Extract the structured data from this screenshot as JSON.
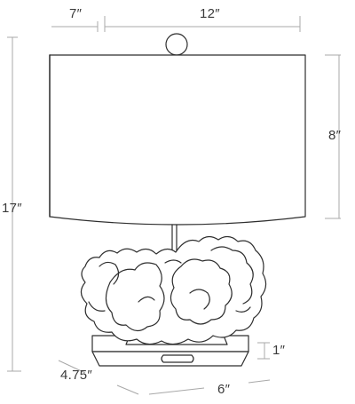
{
  "dimensions": {
    "shade_depth": "7″",
    "shade_width": "12″",
    "shade_height": "8″",
    "total_height": "17″",
    "base_height": "1″",
    "base_depth": "4.75″",
    "base_width": "6″"
  },
  "colors": {
    "line": "#2e2e2e",
    "dimension_line": "#a8a8a8",
    "label": "#3a3a3a"
  }
}
